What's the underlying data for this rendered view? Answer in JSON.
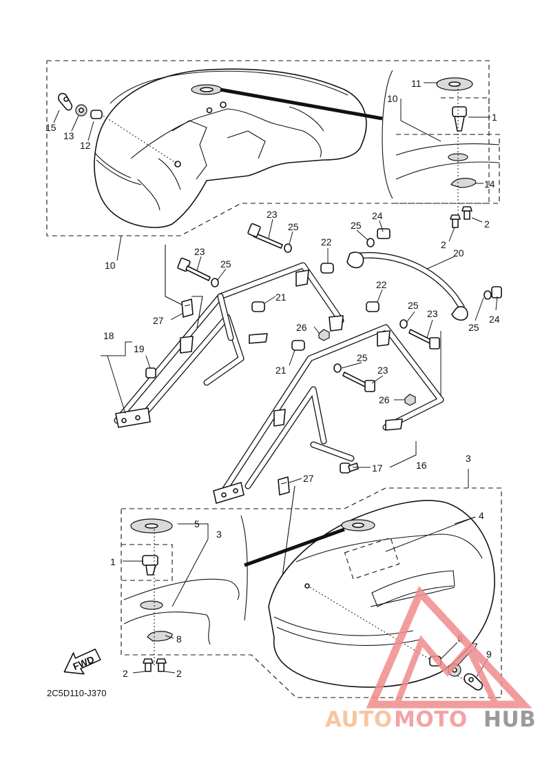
{
  "diagram": {
    "drawing_code": "2C5D110-J370",
    "fwd_label": "FWD",
    "callouts": {
      "c15": "15",
      "c13": "13",
      "c12": "12",
      "c10_top": "10",
      "c10_bottom": "10",
      "c11": "11",
      "c1_top": "1",
      "c14": "14",
      "c2_top_a": "2",
      "c2_top_b": "2",
      "c23_a": "23",
      "c25_a": "25",
      "c22_a": "22",
      "c25_b": "25",
      "c24_a": "24",
      "c20": "20",
      "c23_b": "23",
      "c25_c": "25",
      "c21_a": "21",
      "c27_a": "27",
      "c26_a": "26",
      "c22_b": "22",
      "c25_d": "25",
      "c23_c": "23",
      "c24_b": "24",
      "c25_e": "25",
      "c18": "18",
      "c19": "19",
      "c21_b": "21",
      "c25_f": "25",
      "c23_d": "23",
      "c26_b": "26",
      "c17": "17",
      "c16": "16",
      "c27_b": "27",
      "c3_a": "3",
      "c3_b": "3",
      "c5": "5",
      "c4": "4",
      "c1_bottom": "1",
      "c8": "8",
      "c6": "6",
      "c7": "7",
      "c9": "9",
      "c2_bot_a": "2",
      "c2_bot_b": "2"
    }
  },
  "watermark": {
    "part1": "AUTO",
    "part2": "MOTO",
    "part3": "HUB",
    "colors": {
      "auto": "#f7c6a0",
      "moto": "#f4a3a3",
      "hub": "#9a9a9a",
      "logo": "#f08c8c"
    }
  }
}
